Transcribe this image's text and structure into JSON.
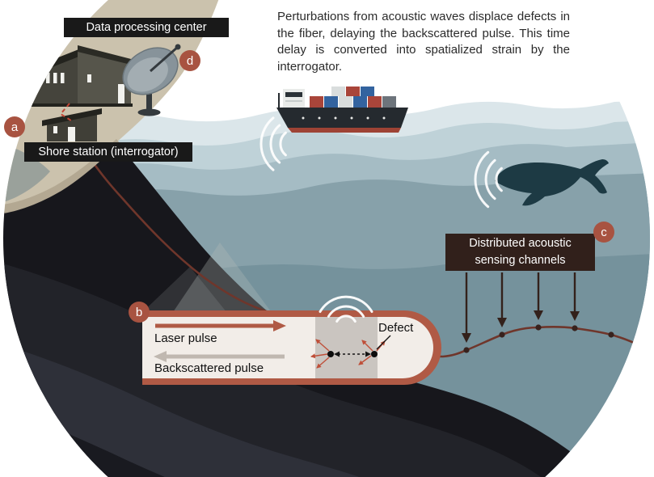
{
  "annotation": {
    "text": "Perturbations from acoustic waves displace defects in the fiber, delaying the backscattered pulse. This time delay is converted into spatialized strain by the interrogator."
  },
  "labels": {
    "data_processing_center": "Data processing center",
    "shore_station": "Shore station (interrogator)",
    "das_line1": "Distributed acoustic",
    "das_line2": "sensing channels",
    "laser_pulse": "Laser pulse",
    "backscattered_pulse": "Backscattered pulse",
    "defect": "Defect"
  },
  "markers": {
    "a": "a",
    "b": "b",
    "c": "c",
    "d": "d"
  },
  "colors": {
    "marker": "#a85341",
    "label_dark_bg": "#191919",
    "das_box_bg": "#31201b",
    "tube_border": "#b05a45",
    "tube_interior": "#f2ede8",
    "laser_arrow": "#b05a45",
    "backscatter_arrow": "#c0b8b0",
    "cable": "#6f362b",
    "sea_light": "#dbe6ea",
    "sea_mid": "#bfd2d8",
    "sea_deep": "#a5bcc4",
    "underwater": "#87a1aa",
    "seafloor": "#17171c",
    "land": "#cbc2ad",
    "whale": "#1d3a44"
  }
}
